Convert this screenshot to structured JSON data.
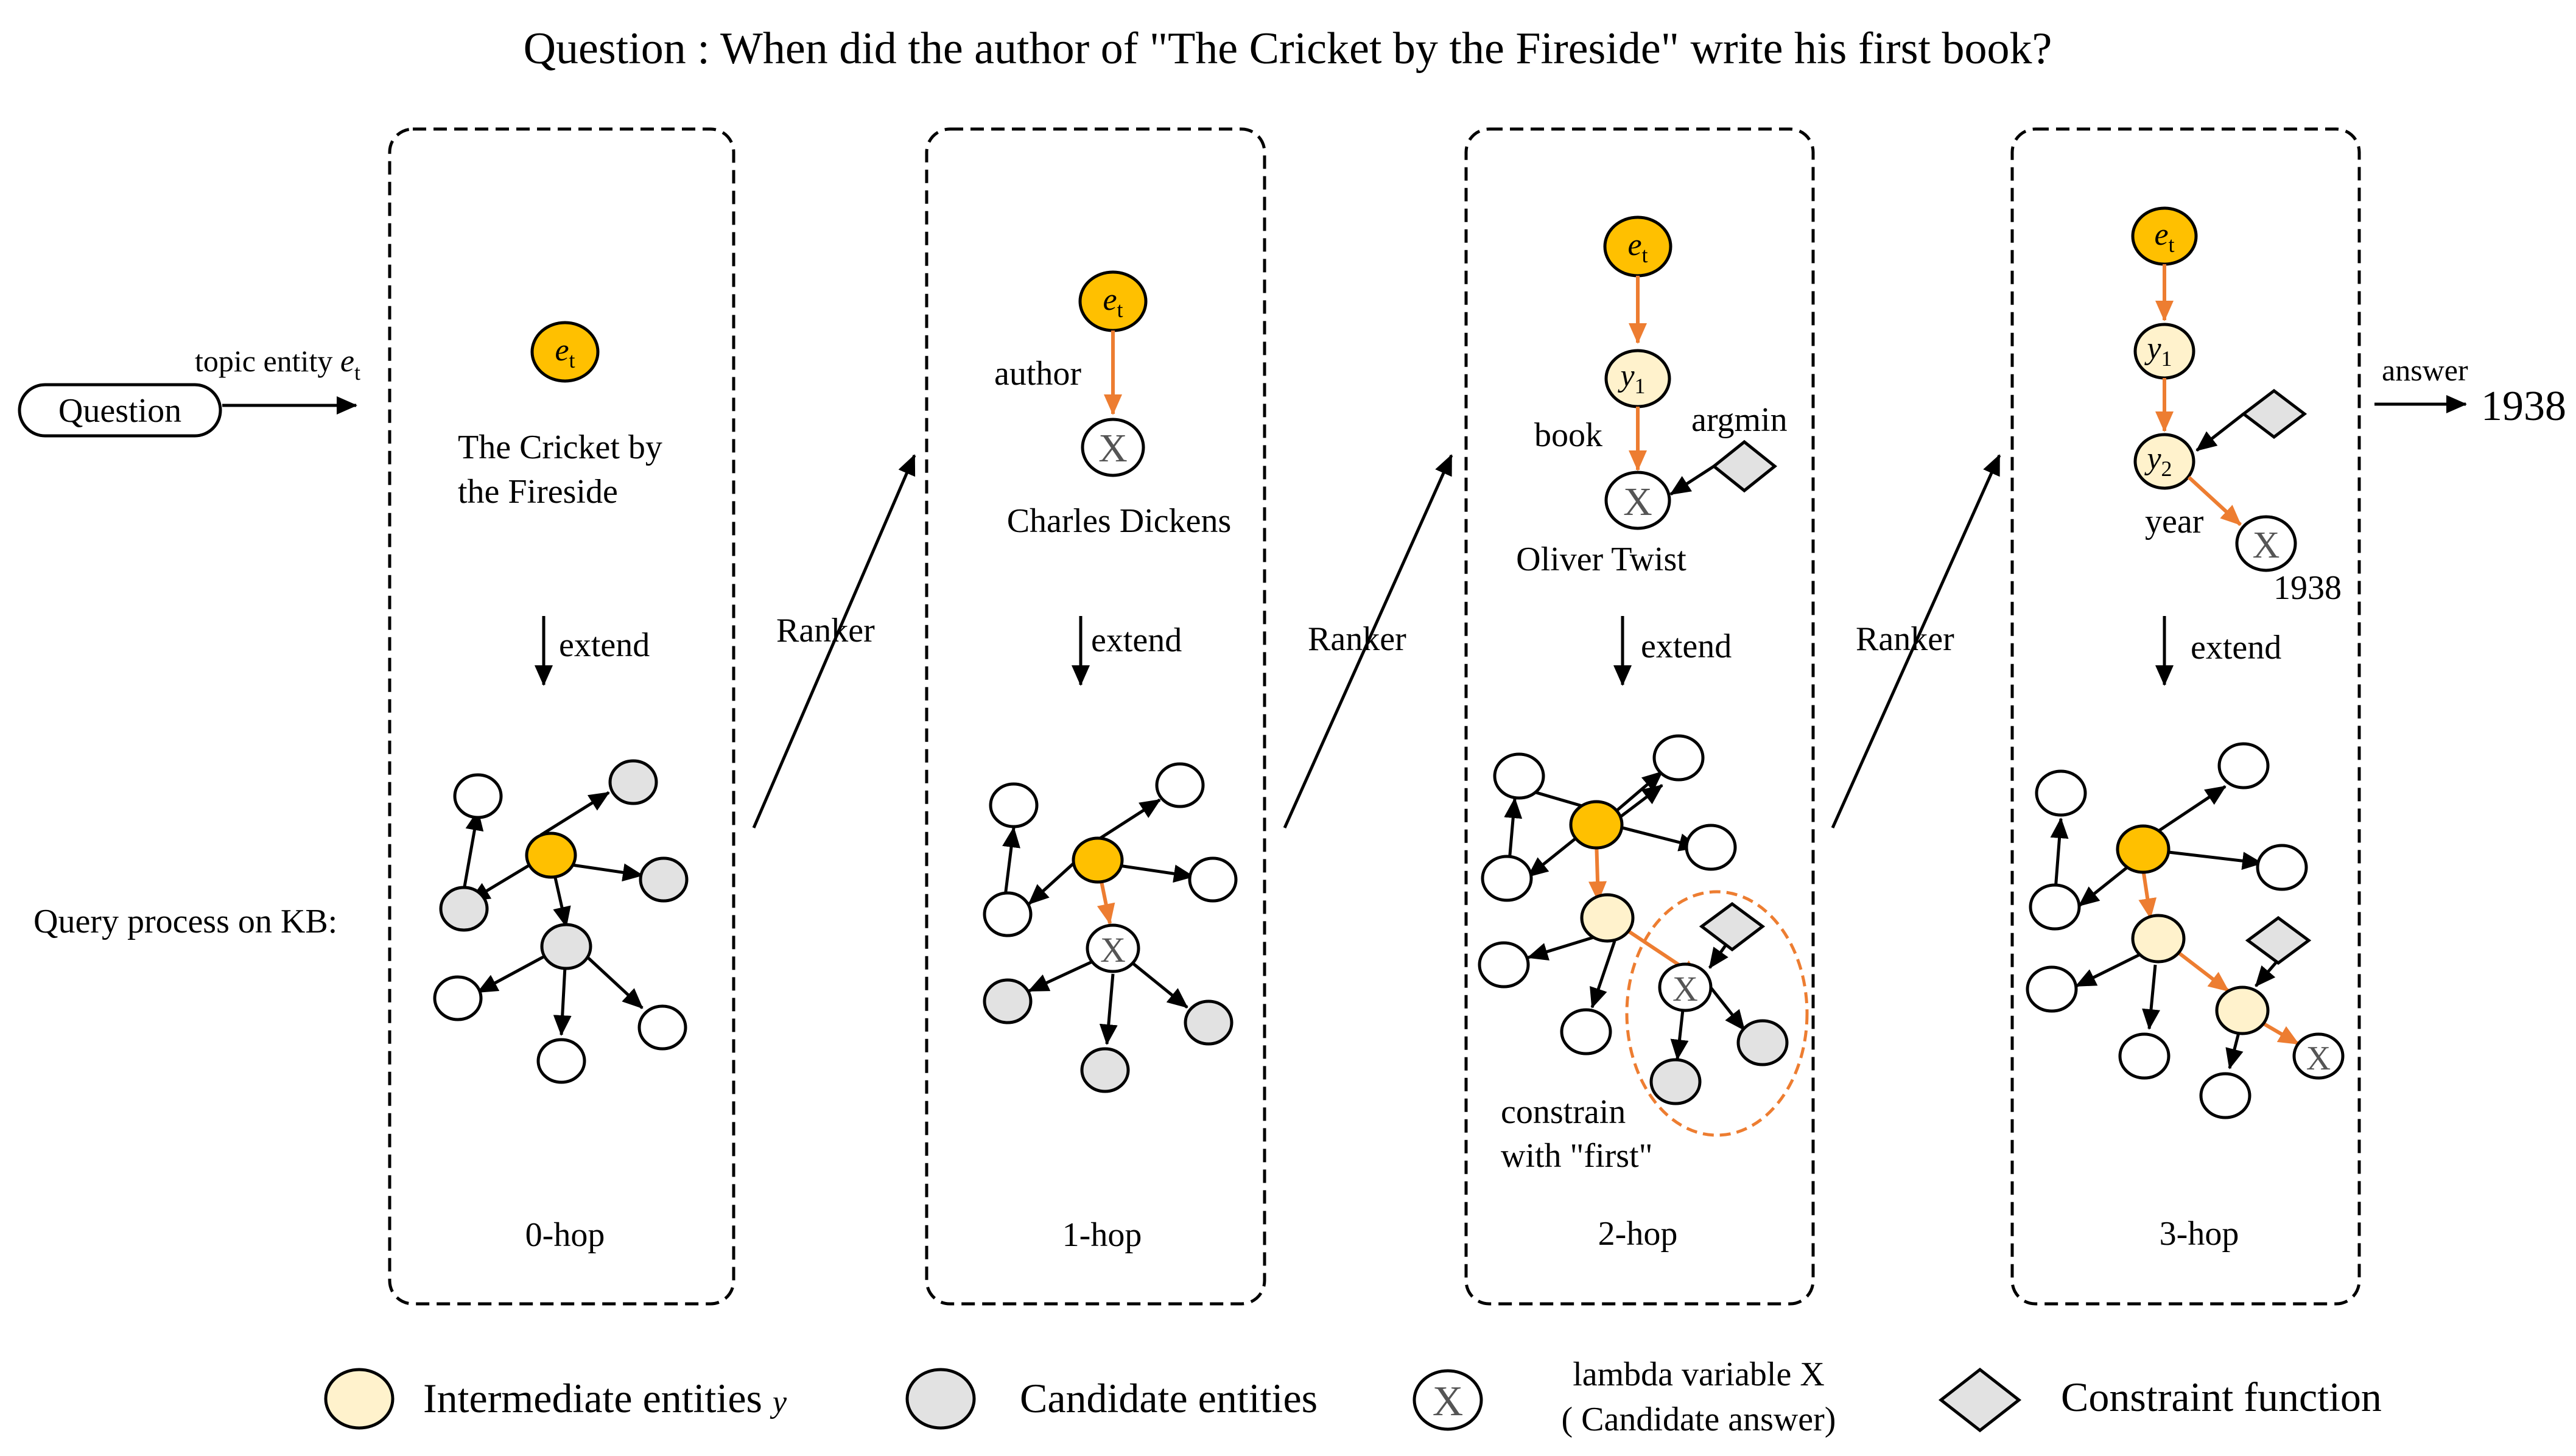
{
  "question_title": "Question : When did the author of \"The Cricket by the Fireside\" write his first book?",
  "question_node": "Question",
  "topic_entity_label": "topic entity",
  "topic_entity_var": "e",
  "topic_entity_sub": "t",
  "answer_label": "answer",
  "answer_value": "1938",
  "query_process_label": "Query process on KB:",
  "ranker_label": "Ranker",
  "extend_label": "extend",
  "panels": [
    {
      "hop": "0-hop",
      "entity_name_line1": "The Cricket by",
      "entity_name_line2": "the Fireside"
    },
    {
      "hop": "1-hop",
      "relation": "author",
      "answer_entity": "Charles Dickens"
    },
    {
      "hop": "2-hop",
      "relation": "book",
      "constraint": "argmin",
      "answer_entity": "Oliver Twist",
      "constrain_line1": "constrain",
      "constrain_line2": "with \"first\""
    },
    {
      "hop": "3-hop",
      "relation": "year",
      "answer_entity": "1938"
    }
  ],
  "var_y": "y",
  "sub_1": "1",
  "sub_2": "2",
  "var_x": "X",
  "legend": {
    "intermediate": "Intermediate entities",
    "intermediate_var": "y",
    "candidate": "Candidate entities",
    "lambda_line1": "lambda variable X",
    "lambda_line2": "( Candidate answer)",
    "constraint": "Constraint function"
  },
  "colors": {
    "topic": "#FFC000",
    "intermediate": "#FFF2CC",
    "candidate": "#E2E2E2",
    "orange_edge": "#ED7D31",
    "black": "#000000"
  }
}
